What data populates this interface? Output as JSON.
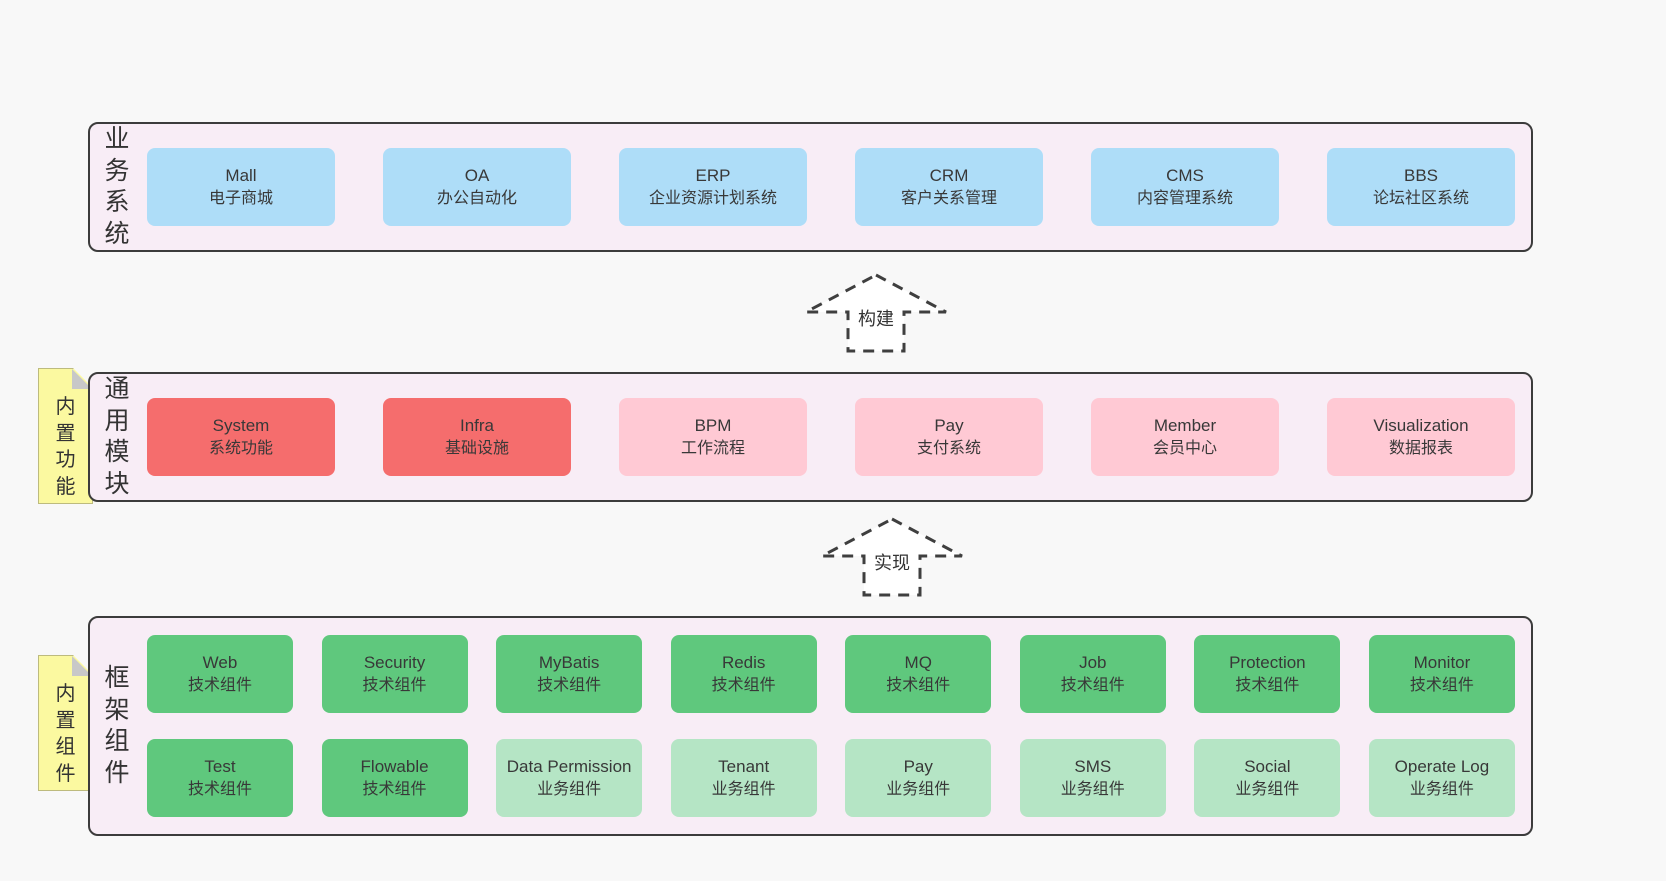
{
  "colors": {
    "page_bg": "#f8f8f8",
    "panel_bg": "#f8edf6",
    "panel_border": "#3c3c3c",
    "blue_box": "#aeddf8",
    "red_box": "#f56d6d",
    "pink_box": "#ffc9d4",
    "green_box": "#5fc87d",
    "light_green_box": "#b5e5c5",
    "sticky_note": "#fbf9a0",
    "note_fold": "#c8c8c8",
    "text": "#383838"
  },
  "arrows": [
    {
      "label": "构建"
    },
    {
      "label": "实现"
    }
  ],
  "sections": [
    {
      "label": "业务系统",
      "boxes": [
        {
          "title": "Mall",
          "subtitle": "电子商城",
          "type": "blue"
        },
        {
          "title": "OA",
          "subtitle": "办公自动化",
          "type": "blue"
        },
        {
          "title": "ERP",
          "subtitle": "企业资源计划系统",
          "type": "blue"
        },
        {
          "title": "CRM",
          "subtitle": "客户关系管理",
          "type": "blue"
        },
        {
          "title": "CMS",
          "subtitle": "内容管理系统",
          "type": "blue"
        },
        {
          "title": "BBS",
          "subtitle": "论坛社区系统",
          "type": "blue"
        }
      ]
    },
    {
      "note": "内置功能",
      "label": "通用模块",
      "boxes": [
        {
          "title": "System",
          "subtitle": "系统功能",
          "type": "red"
        },
        {
          "title": "Infra",
          "subtitle": "基础设施",
          "type": "red"
        },
        {
          "title": "BPM",
          "subtitle": "工作流程",
          "type": "pink"
        },
        {
          "title": "Pay",
          "subtitle": "支付系统",
          "type": "pink"
        },
        {
          "title": "Member",
          "subtitle": "会员中心",
          "type": "pink"
        },
        {
          "title": "Visualization",
          "subtitle": "数据报表",
          "type": "pink"
        }
      ]
    },
    {
      "note": "内置组件",
      "label": "框架组件",
      "rows": [
        [
          {
            "title": "Web",
            "subtitle": "技术组件",
            "type": "green"
          },
          {
            "title": "Security",
            "subtitle": "技术组件",
            "type": "green"
          },
          {
            "title": "MyBatis",
            "subtitle": "技术组件",
            "type": "green"
          },
          {
            "title": "Redis",
            "subtitle": "技术组件",
            "type": "green"
          },
          {
            "title": "MQ",
            "subtitle": "技术组件",
            "type": "green"
          },
          {
            "title": "Job",
            "subtitle": "技术组件",
            "type": "green"
          },
          {
            "title": "Protection",
            "subtitle": "技术组件",
            "type": "green"
          },
          {
            "title": "Monitor",
            "subtitle": "技术组件",
            "type": "green"
          }
        ],
        [
          {
            "title": "Test",
            "subtitle": "技术组件",
            "type": "green"
          },
          {
            "title": "Flowable",
            "subtitle": "技术组件",
            "type": "green"
          },
          {
            "title": "Data Permission",
            "subtitle": "业务组件",
            "type": "lightgreen"
          },
          {
            "title": "Tenant",
            "subtitle": "业务组件",
            "type": "lightgreen"
          },
          {
            "title": "Pay",
            "subtitle": "业务组件",
            "type": "lightgreen"
          },
          {
            "title": "SMS",
            "subtitle": "业务组件",
            "type": "lightgreen"
          },
          {
            "title": "Social",
            "subtitle": "业务组件",
            "type": "lightgreen"
          },
          {
            "title": "Operate Log",
            "subtitle": "业务组件",
            "type": "lightgreen"
          }
        ]
      ]
    }
  ]
}
